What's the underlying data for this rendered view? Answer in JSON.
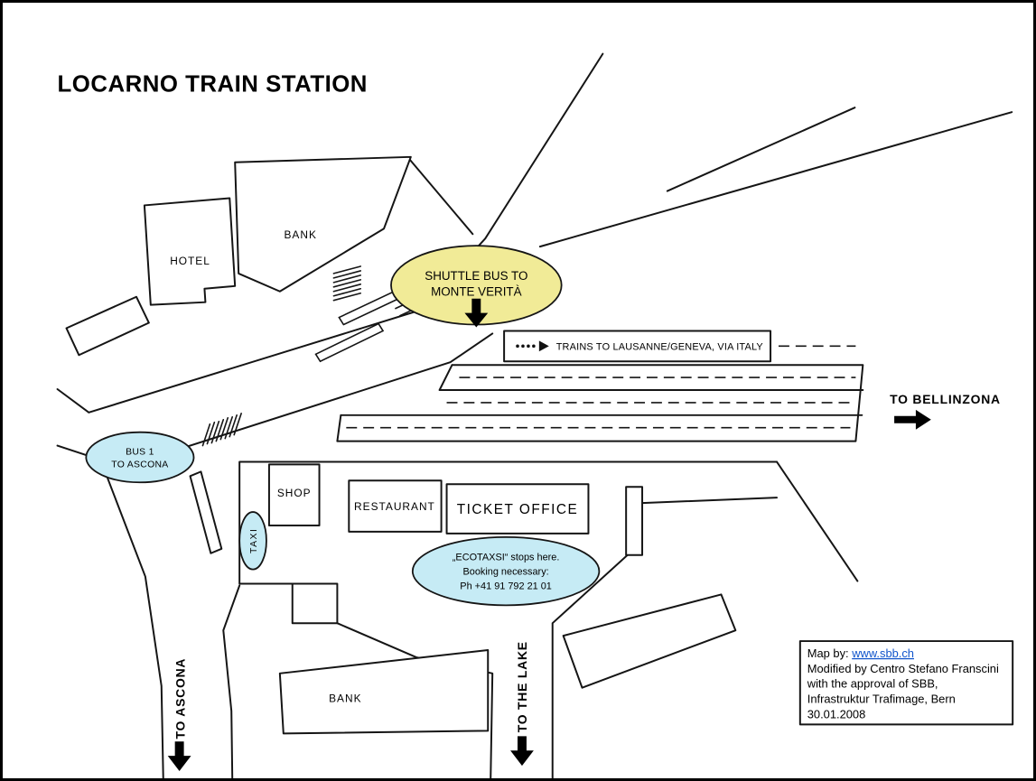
{
  "title": "LOCARNO TRAIN STATION",
  "colors": {
    "shuttle_fill": "#f1eb97",
    "stop_fill": "#c6ebf5",
    "link": "#1155cc"
  },
  "buildings": {
    "hotel": "HOTEL",
    "bank_top": "BANK",
    "shop": "SHOP",
    "restaurant": "RESTAURANT",
    "ticket_office": "TICKET OFFICE",
    "bank_bottom": "BANK"
  },
  "stops": {
    "shuttle": {
      "line1": "SHUTTLE BUS TO",
      "line2": "MONTE VERITÀ"
    },
    "bus1": {
      "line1": "BUS 1",
      "line2": "TO ASCONA"
    },
    "taxi": {
      "label": "TAXI"
    },
    "ecotaxi": {
      "line1": "„ECOTAXSI“ stops here.",
      "line2": "Booking necessary:",
      "line3": "Ph +41 91 792 21 01"
    }
  },
  "notes": {
    "trains": "TRAINS TO LAUSANNE/GENEVA, VIA ITALY"
  },
  "directions": {
    "bellinzona": "TO BELLINZONA",
    "ascona": "TO ASCONA",
    "lake": "TO THE LAKE"
  },
  "credits": {
    "map_by_label": "Map by: ",
    "map_by_link": "www.sbb.ch",
    "line2": "Modified by Centro Stefano Franscini",
    "line3": "with the approval of  SBB,",
    "line4": "Infrastruktur Trafimage, Bern",
    "line5": "30.01.2008"
  }
}
